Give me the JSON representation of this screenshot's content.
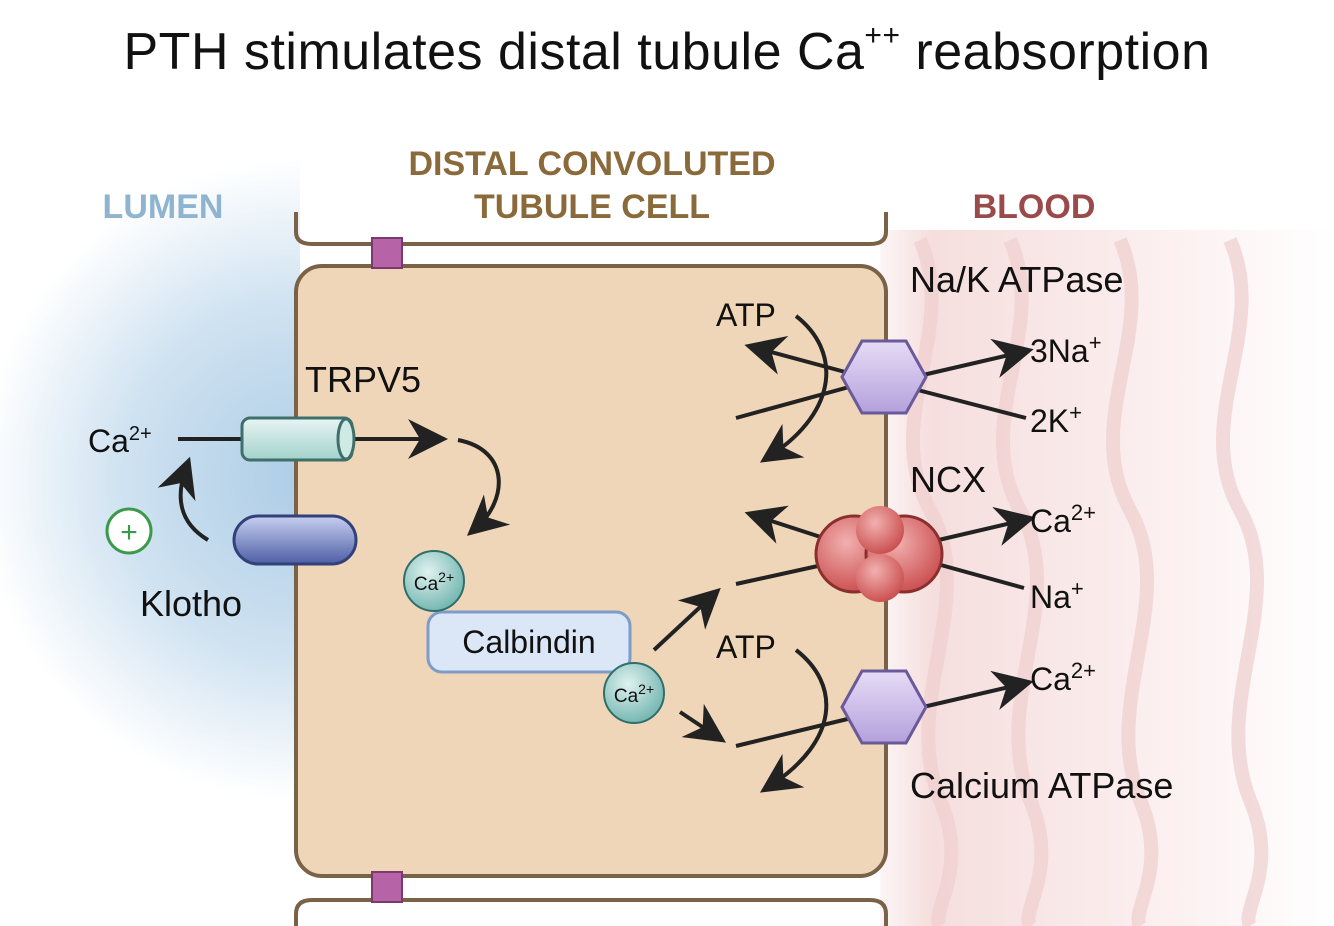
{
  "title": {
    "text": "PTH stimulates distal tubule Ca",
    "sup": "++",
    "suffix": " reabsorption"
  },
  "regions": {
    "lumen": "LUMEN",
    "cell_line1": "DISTAL CONVOLUTED",
    "cell_line2": "TUBULE CELL",
    "blood": "BLOOD"
  },
  "colors": {
    "lumen": "#8fb4d0",
    "cell_label": "#8a6a3a",
    "blood": "#9a4a4a",
    "cell_fill": "#efd6b8",
    "cell_border": "#7a6247",
    "tight_junction": "#b763a8",
    "pump": "#c8b8e8",
    "ncx": "#d96a6a",
    "channel": "#bfe0dc",
    "klotho": "#5566aa",
    "calbindin": "#dbe7f7",
    "ca_ion": "#8fc8c4",
    "plus": "#3a9a4a"
  },
  "labels": {
    "trpv5": "TRPV5",
    "klotho": "Klotho",
    "plus": "+",
    "calbindin": "Calbindin",
    "ca_lumen": "Ca",
    "ca_lumen_sup": "2+",
    "ion_ca": "Ca",
    "ion_ca_sup": "2+",
    "nak": "Na/K ATPase",
    "atp": "ATP",
    "na3": "3Na",
    "na3_sup": "+",
    "k2": "2K",
    "k2_sup": "+",
    "ncx": "NCX",
    "ncx_ca": "Ca",
    "ncx_ca_sup": "2+",
    "ncx_na": "Na",
    "ncx_na_sup": "+",
    "pmca_atp": "ATP",
    "pmca_ca": "Ca",
    "pmca_ca_sup": "2+",
    "pmca": "Calcium ATPase"
  }
}
